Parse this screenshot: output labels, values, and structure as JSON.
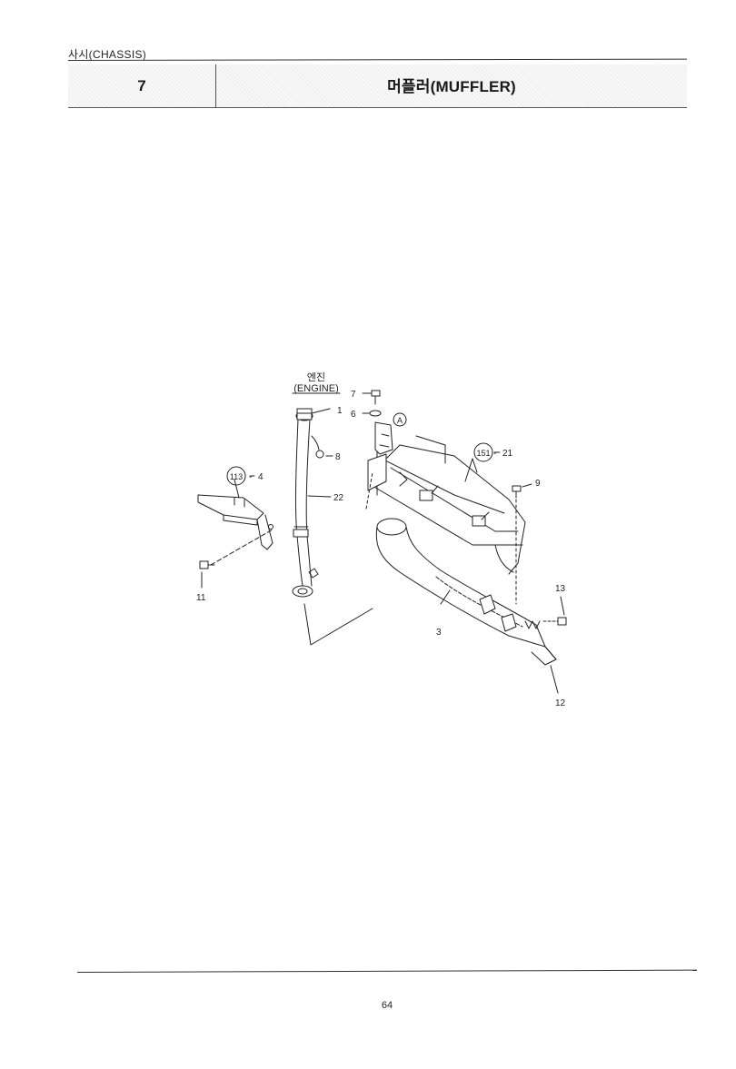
{
  "section": {
    "label": "사시(CHASSIS)"
  },
  "header": {
    "number": "7",
    "title": "머플러(MUFFLER)"
  },
  "diagram": {
    "engine_ko": "엔진",
    "engine_en": "(ENGINE)",
    "callouts": {
      "c1": "1",
      "c3": "3",
      "c4": "4",
      "c6": "6",
      "c7": "7",
      "c8": "8",
      "c9": "9",
      "c11": "11",
      "c12": "12",
      "c13": "13",
      "c21": "21",
      "c22": "22"
    },
    "refs": {
      "r113": "113",
      "r151": "151",
      "rA": "A"
    }
  },
  "footer": {
    "page_number": "64"
  }
}
